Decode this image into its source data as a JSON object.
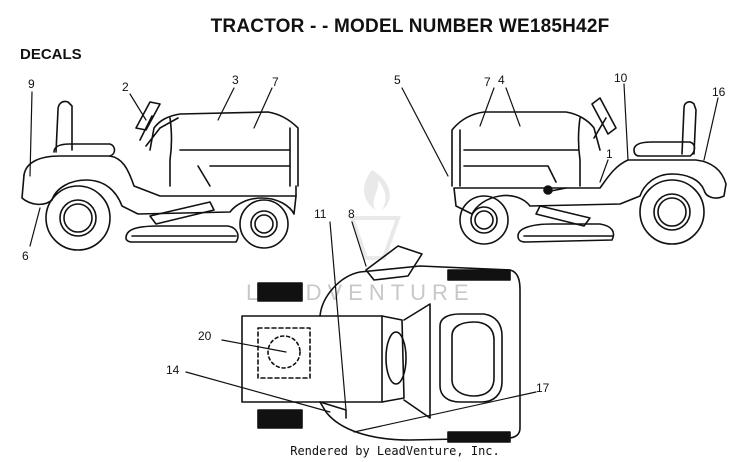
{
  "title": "TRACTOR - - MODEL NUMBER WE185H42F",
  "section": "DECALS",
  "watermark": "LEADVENTURE",
  "footer": "Rendered by LeadVenture, Inc.",
  "callouts": {
    "c1": "1",
    "c2": "2",
    "c3": "3",
    "c4": "4",
    "c5": "5",
    "c6": "6",
    "c7a": "7",
    "c7b": "7",
    "c8": "8",
    "c9": "9",
    "c10": "10",
    "c11": "11",
    "c14": "14",
    "c16": "16",
    "c17": "17",
    "c20": "20"
  }
}
